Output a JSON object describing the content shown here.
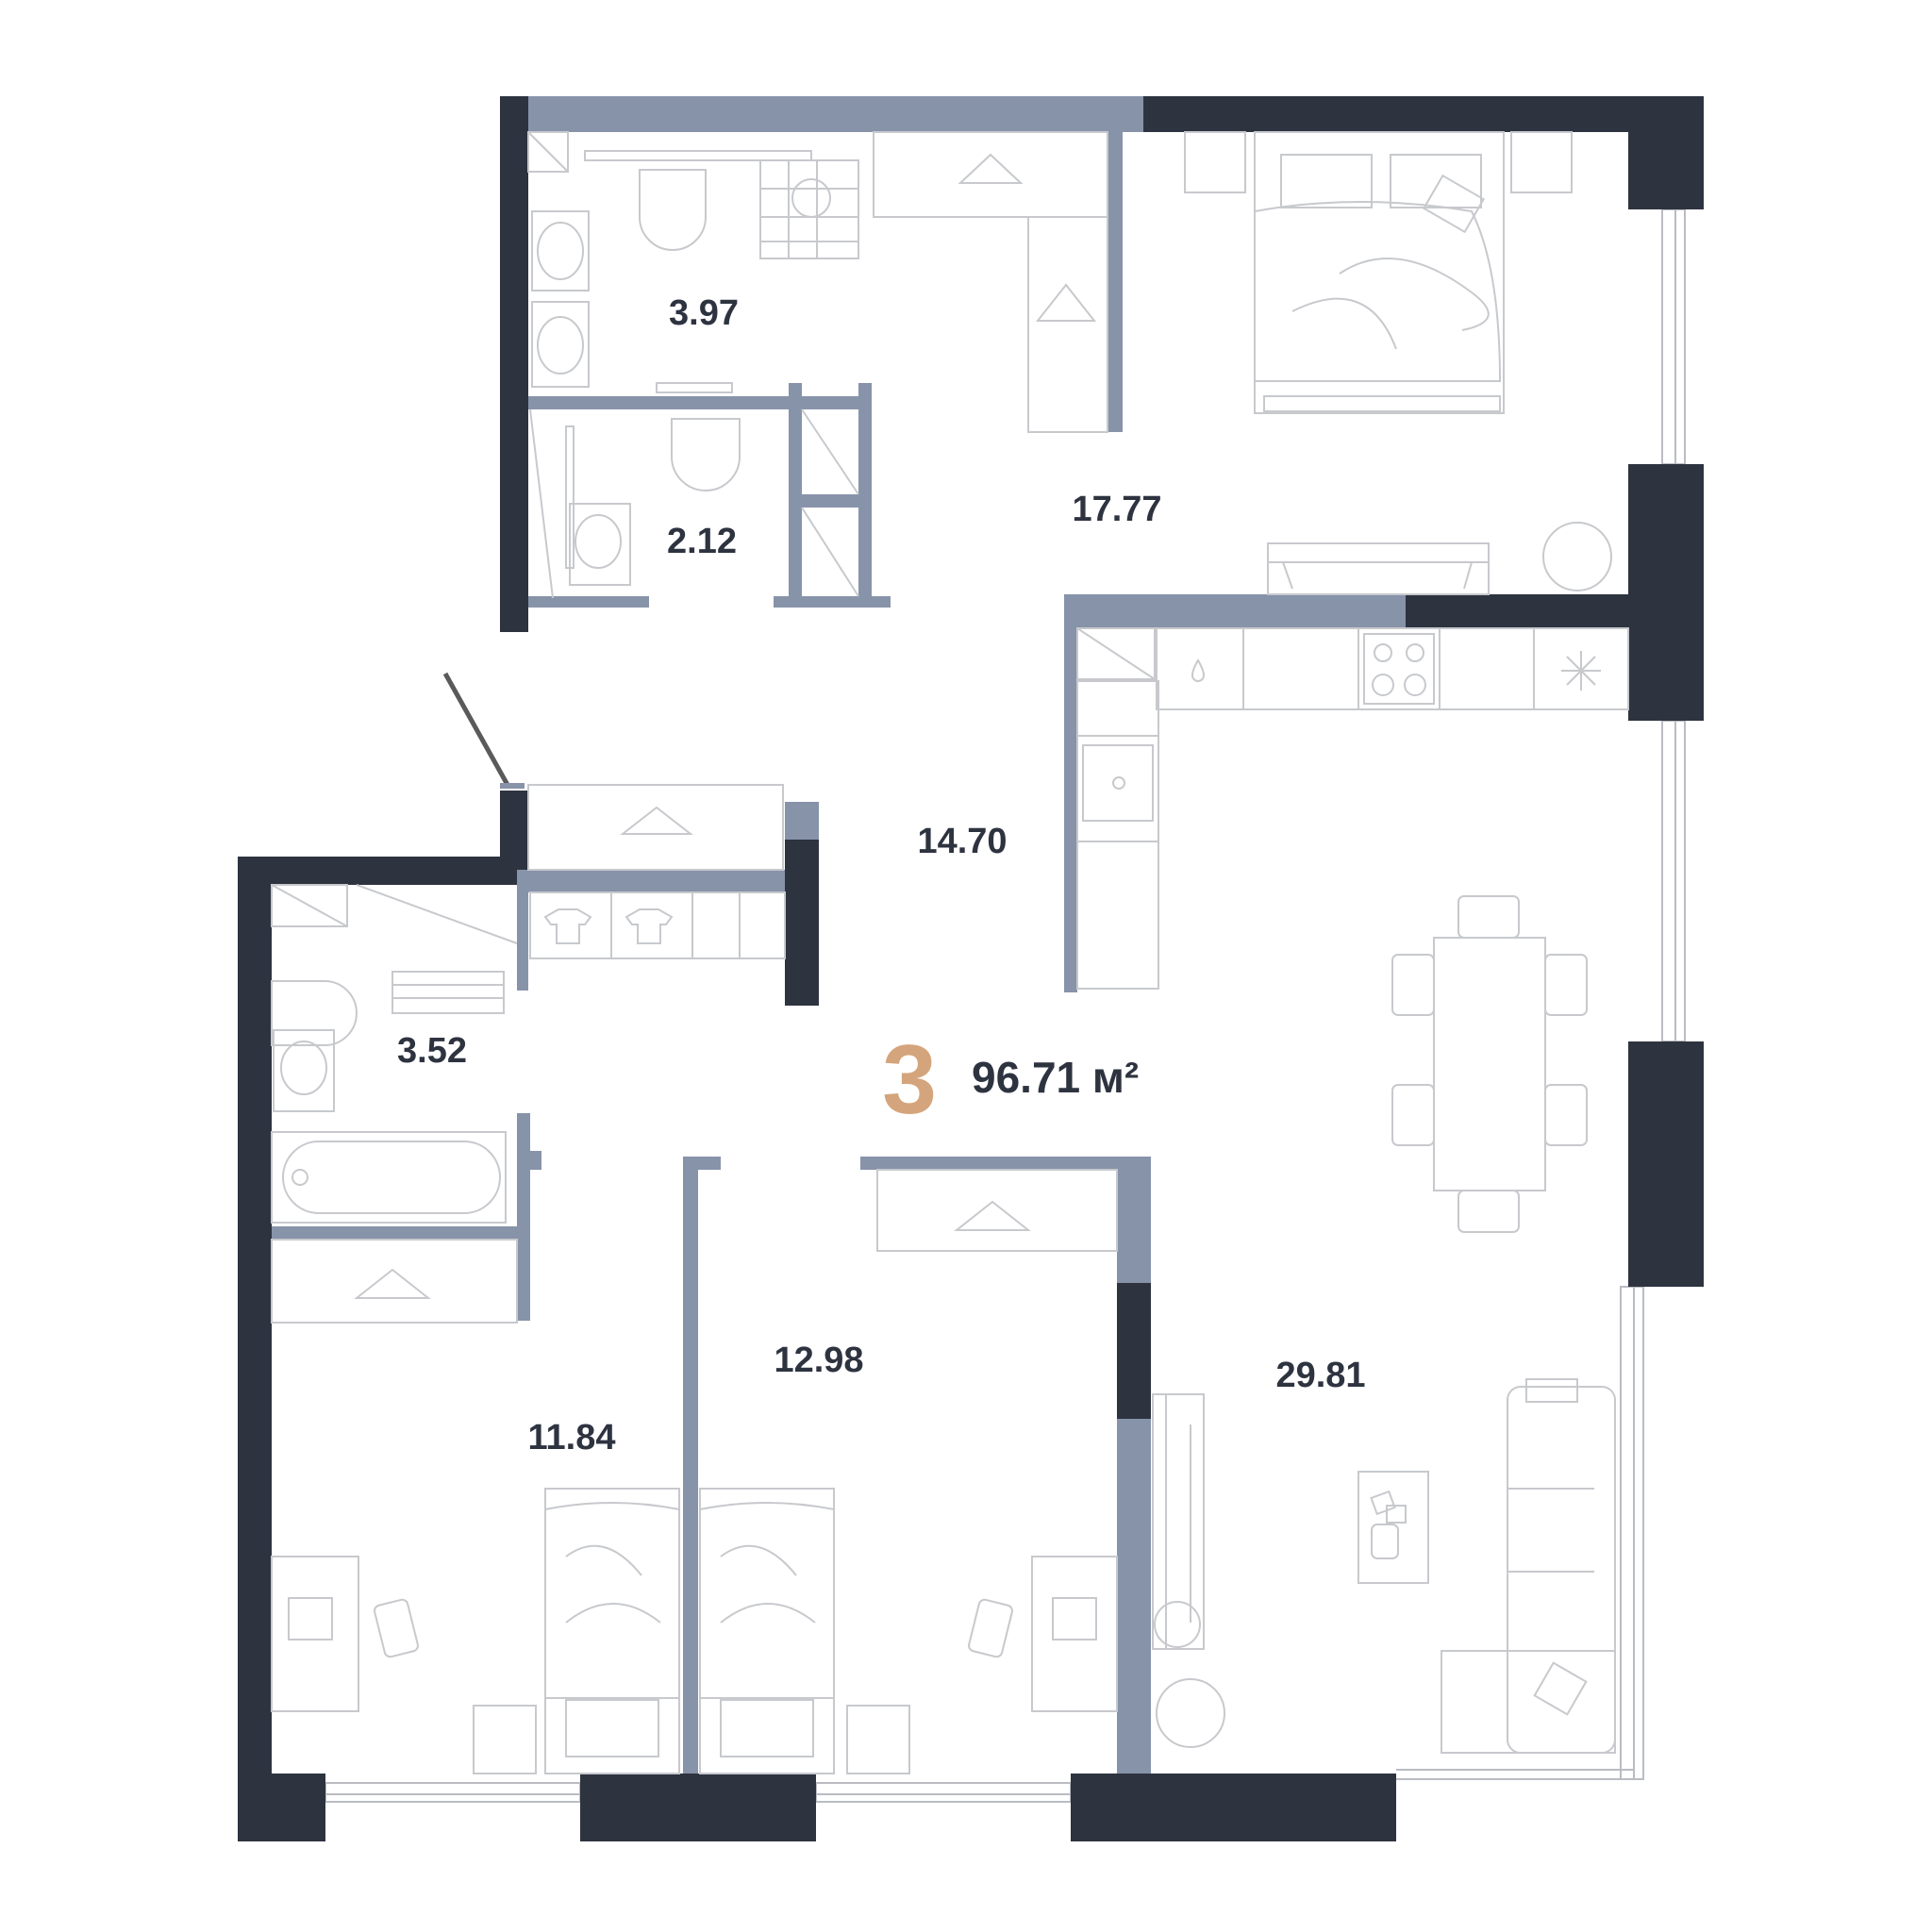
{
  "plan": {
    "rooms_count": "3",
    "total_area": "96.71 м²",
    "rooms": [
      {
        "id": "bathroom-master",
        "area": "3.97"
      },
      {
        "id": "wc",
        "area": "2.12"
      },
      {
        "id": "master-bedroom",
        "area": "17.77"
      },
      {
        "id": "hallway",
        "area": "14.70"
      },
      {
        "id": "bathroom-main",
        "area": "3.52"
      },
      {
        "id": "bedroom-1",
        "area": "11.84"
      },
      {
        "id": "bedroom-2",
        "area": "12.98"
      },
      {
        "id": "kitchen-living",
        "area": "29.81"
      }
    ]
  },
  "colors": {
    "exterior_wall": "#2e3340",
    "interior_wall": "#8793a9",
    "accent": "#d4a57c",
    "furniture_line": "#c7c9cd"
  }
}
